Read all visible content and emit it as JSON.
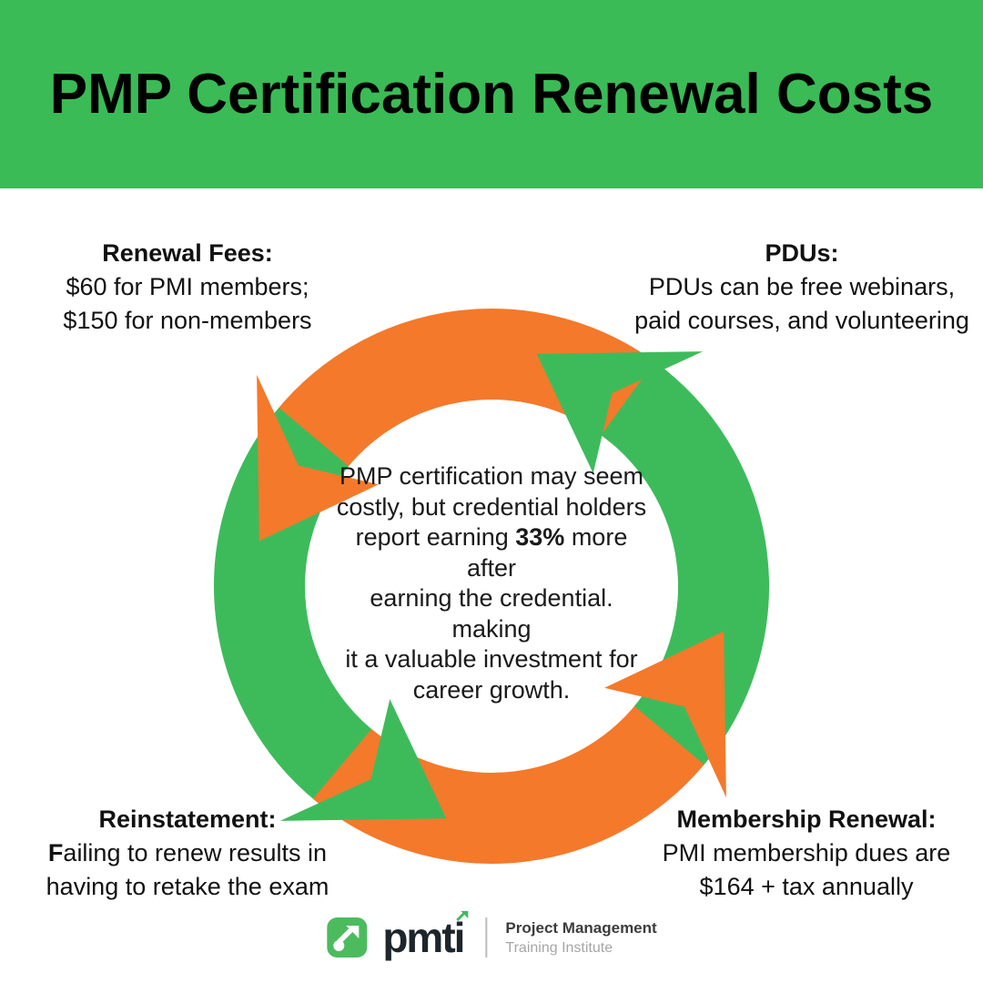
{
  "header": {
    "title": "PMP Certification Renewal Costs",
    "background": "#3ABB56",
    "text_color": "#000000"
  },
  "notes": [
    {
      "id": "renewal-fees",
      "heading": "Renewal Fees:",
      "lines": [
        "$60 for PMI members;",
        "$150 for non-members"
      ]
    },
    {
      "id": "pdus",
      "heading": "PDUs:",
      "lines": [
        "PDUs can be free webinars,",
        "paid courses, and volunteering"
      ]
    },
    {
      "id": "reinstatement",
      "heading": "Reinstatement:",
      "lines": [
        "Failing to renew results in",
        "having to retake the exam"
      ]
    },
    {
      "id": "membership-renewal",
      "heading": "Membership Renewal:",
      "lines": [
        "PMI membership dues are",
        "$164 + tax annually"
      ]
    }
  ],
  "center": {
    "lines": [
      {
        "pre": "PMP certification may seem",
        "bold": "",
        "post": ""
      },
      {
        "pre": "costly, but credential holders",
        "bold": "",
        "post": ""
      },
      {
        "pre": "report earning ",
        "bold": "33%",
        "post": " more after"
      },
      {
        "pre": "earning the credential. making",
        "bold": "",
        "post": ""
      },
      {
        "pre": "it a valuable investment for",
        "bold": "",
        "post": ""
      },
      {
        "pre": "career growth.",
        "bold": "",
        "post": ""
      }
    ]
  },
  "cycle": {
    "direction": "counter-clockwise",
    "orange": "#F4792B",
    "green": "#3DBB5B",
    "arrows": [
      {
        "id": "top",
        "color": "orange"
      },
      {
        "id": "left",
        "color": "green"
      },
      {
        "id": "bottom",
        "color": "orange"
      },
      {
        "id": "right",
        "color": "green"
      }
    ]
  },
  "footer": {
    "wordmark": "pmti",
    "brand_line1": "Project Management",
    "brand_line2": "Training Institute",
    "logo_green": "#4CBB5E",
    "wordmark_color": "#1e262b",
    "divider_color": "#b9bdc1"
  }
}
